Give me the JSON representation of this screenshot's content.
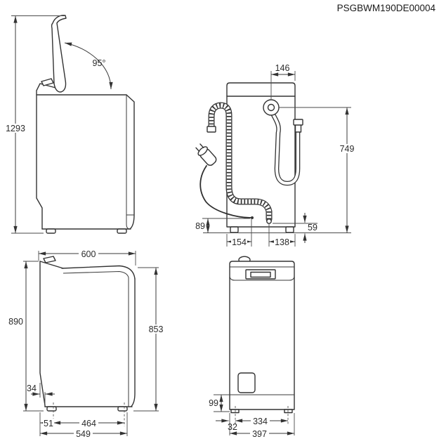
{
  "doc_code": "PSGBWM190DE00004",
  "views": {
    "side_open": {
      "height_total": "1293",
      "lid_angle": "95°"
    },
    "back": {
      "hose_offset": "146",
      "hose_height": "749",
      "cord_height": "89",
      "drain_height": "59",
      "cord_offset": "154",
      "drain_offset": "138"
    },
    "side_closed": {
      "depth": "600",
      "height": "890",
      "body_height": "853",
      "front_clearance": "34",
      "front_foot_offset": "51",
      "feet_spacing": "464",
      "base_depth": "549"
    },
    "front": {
      "plinth_height": "99",
      "foot_offset": "32",
      "feet_spacing": "334",
      "width": "397"
    }
  }
}
